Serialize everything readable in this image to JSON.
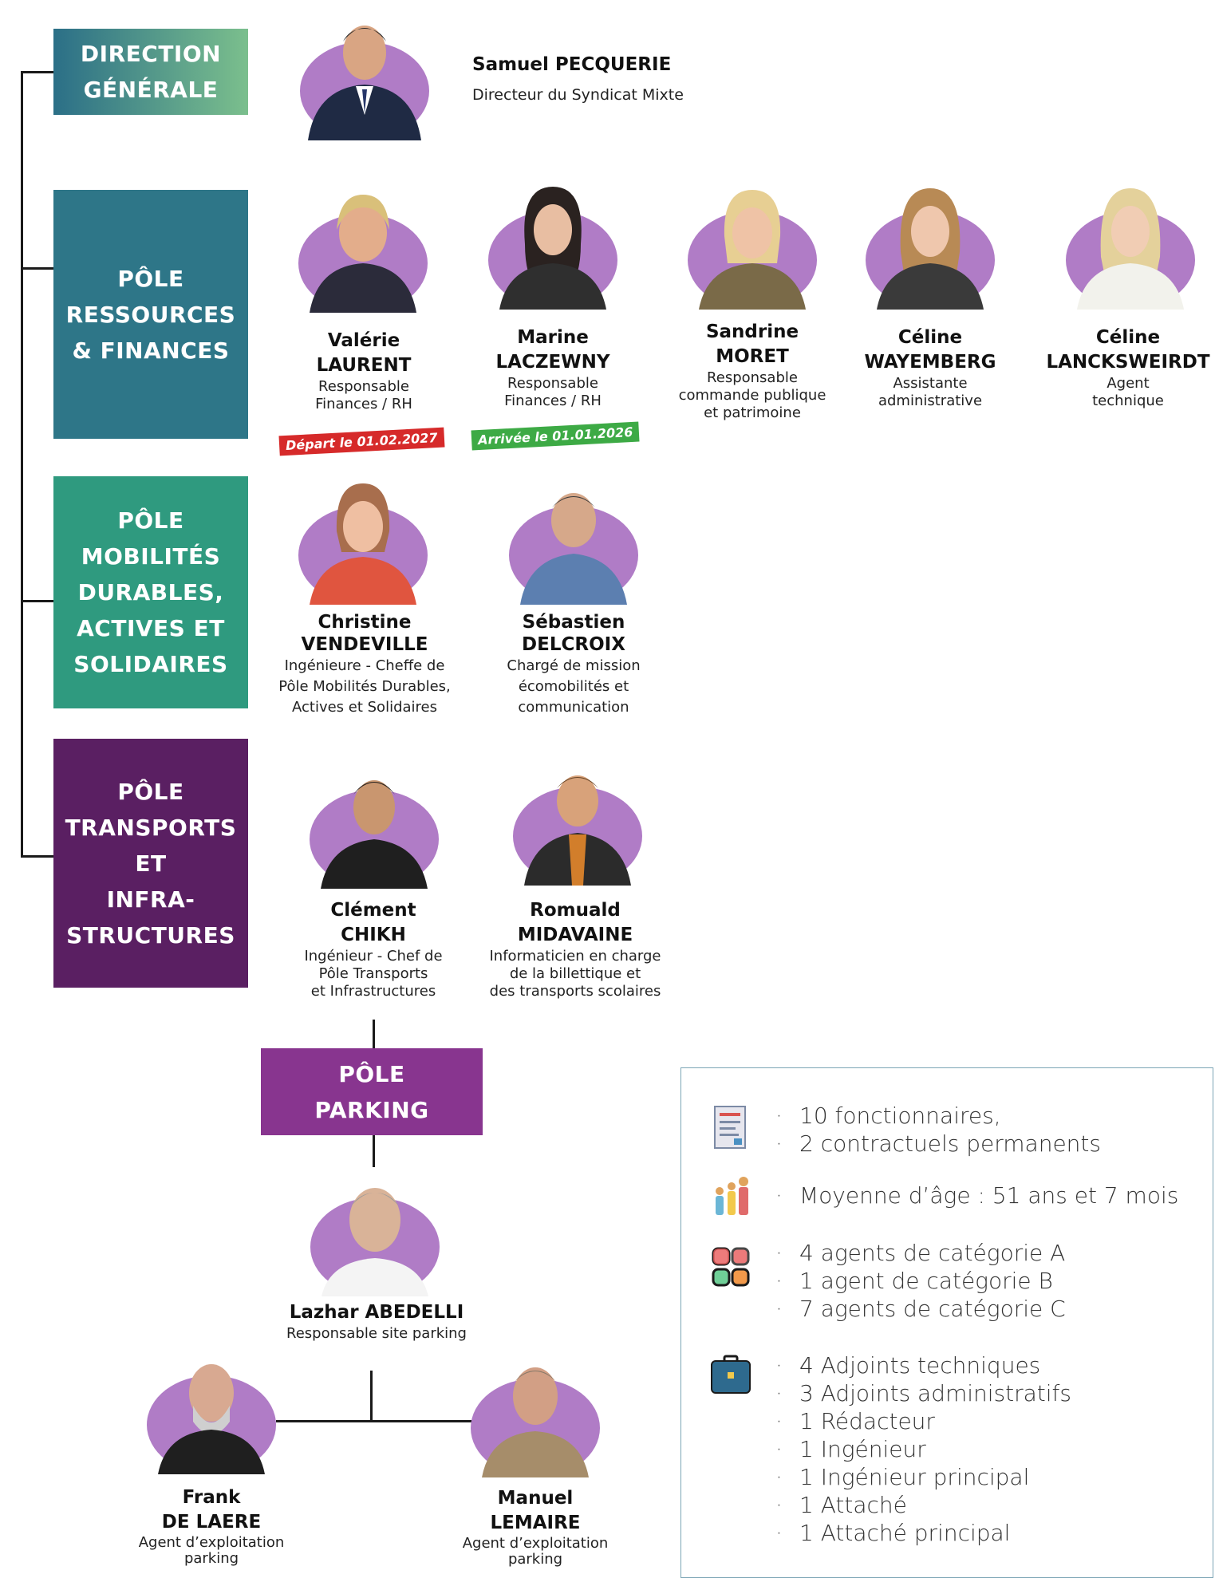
{
  "direction": {
    "label_lines": [
      "DIRECTION",
      "GÉNÉRALE"
    ],
    "head": {
      "name": "Samuel PECQUERIE",
      "role": "Directeur du Syndicat Mixte"
    }
  },
  "poles": [
    {
      "label_lines": [
        "PÔLE",
        "RESSOURCES",
        "& FINANCES"
      ],
      "color": "#2e7688",
      "members": [
        {
          "first": "Valérie",
          "last": "LAURENT",
          "role_lines": [
            "Responsable",
            "Finances / RH"
          ],
          "badge": "Départ le 01.02.2027",
          "badge_color": "#d62a2a"
        },
        {
          "first": "Marine",
          "last": "LACZEWNY",
          "role_lines": [
            "Responsable",
            "Finances / RH"
          ],
          "badge": "Arrivée le 01.01.2026",
          "badge_color": "#3daa45"
        },
        {
          "first": "Sandrine",
          "last": "MORET",
          "role_lines": [
            "Responsable",
            "commande publique",
            "et patrimoine"
          ]
        },
        {
          "first": "Céline",
          "last": "WAYEMBERG",
          "role_lines": [
            "Assistante",
            "administrative"
          ]
        },
        {
          "first": "Céline",
          "last": "LANCKSWEIRDT",
          "role_lines": [
            "Agent",
            "technique"
          ]
        }
      ]
    },
    {
      "label_lines": [
        "PÔLE",
        "MOBILITÉS",
        "DURABLES,",
        "ACTIVES ET",
        "SOLIDAIRES"
      ],
      "color": "#2f9a7f",
      "members": [
        {
          "first": "Christine",
          "last": "VENDEVILLE",
          "role_lines": [
            "Ingénieure - Cheffe de",
            "Pôle Mobilités Durables,",
            "Actives et Solidaires"
          ]
        },
        {
          "first": "Sébastien",
          "last": "DELCROIX",
          "role_lines": [
            "Chargé de mission",
            "écomobilités et",
            "communication"
          ]
        }
      ]
    },
    {
      "label_lines": [
        "PÔLE",
        "TRANSPORTS",
        "ET",
        "INFRA-",
        "STRUCTURES"
      ],
      "color": "#5a1f62",
      "members": [
        {
          "first": "Clément",
          "last": "CHIKH",
          "role_lines": [
            "Ingénieur - Chef de",
            "Pôle Transports",
            "et Infrastructures"
          ]
        },
        {
          "first": "Romuald",
          "last": "MIDAVAINE",
          "role_lines": [
            "Informaticien en charge",
            "de la billettique et",
            "des transports scolaires"
          ]
        }
      ]
    }
  ],
  "parking": {
    "label_lines": [
      "PÔLE",
      "PARKING"
    ],
    "color": "#88358f",
    "lead": {
      "name": "Lazhar ABEDELLI",
      "role": "Responsable site parking"
    },
    "agents": [
      {
        "first": "Frank",
        "last": "DE LAERE",
        "role_lines": [
          "Agent d’exploitation",
          "parking"
        ]
      },
      {
        "first": "Manuel",
        "last": "LEMAIRE",
        "role_lines": [
          "Agent d’exploitation",
          "parking"
        ]
      }
    ]
  },
  "stats": [
    {
      "icon": "document-icon",
      "items": [
        "10 fonctionnaires,",
        "2 contractuels permanents"
      ]
    },
    {
      "icon": "family-icon",
      "items": [
        "Moyenne d’âge : 51 ans et 7 mois"
      ]
    },
    {
      "icon": "categories-icon",
      "items": [
        "4 agents de catégorie A",
        "1 agent de catégorie B",
        "7 agents de catégorie C"
      ]
    },
    {
      "icon": "briefcase-icon",
      "items": [
        "4 Adjoints techniques",
        "3 Adjoints administratifs",
        "1 Rédacteur",
        "1 Ingénieur",
        "1 Ingénieur principal",
        "1 Attaché",
        "1 Attaché principal"
      ]
    }
  ],
  "colors": {
    "photo_bg": "#b07cc6",
    "dept_direction_from": "#2b6f87",
    "dept_direction_to": "#7bbf8d",
    "connector": "#1a1a1a"
  }
}
